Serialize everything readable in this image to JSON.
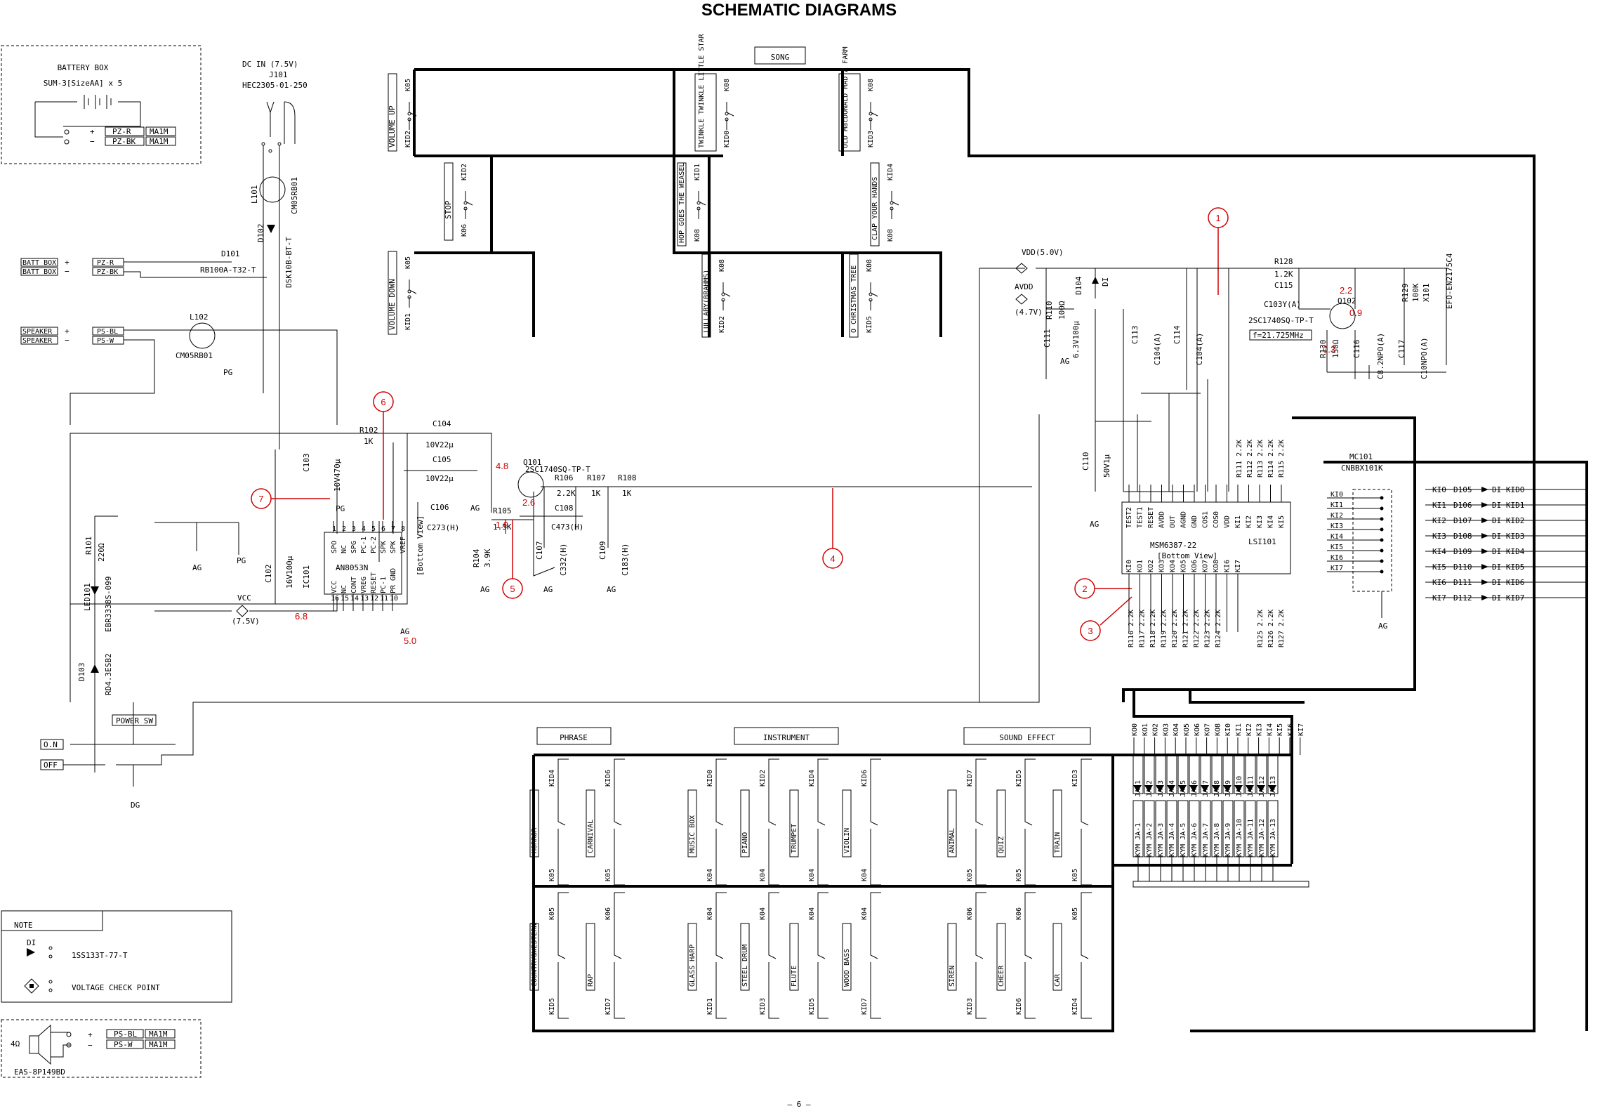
{
  "title": "SCHEMATIC DIAGRAMS",
  "page_number": "— 6 —",
  "battery_box": {
    "title": "BATTERY BOX",
    "spec": "SUM-3[SizeAA] x 5",
    "pos_sign": "+",
    "neg_sign": "−",
    "pos_wire": "PZ-R",
    "neg_wire": "PZ-BK",
    "conn": "MA1M"
  },
  "dc_in": {
    "label": "DC IN (7.5V)",
    "ref": "J101",
    "part": "HEC2305-01-250"
  },
  "inductor_l101": {
    "ref": "L101",
    "part": "CM05RB01"
  },
  "inductor_l102": {
    "ref": "L102",
    "part": "CM05RB01",
    "ground": "PG"
  },
  "diode_d101": {
    "ref": "D101",
    "part": "RB100A-T32-T"
  },
  "diode_d102": {
    "ref": "D102",
    "part": "DSK10B-BT-T"
  },
  "batt_conn": [
    {
      "label": "BATT BOX",
      "sign": "+",
      "wire": "PZ-R"
    },
    {
      "label": "BATT BOX",
      "sign": "−",
      "wire": "PZ-BK"
    }
  ],
  "speaker_conn": [
    {
      "label": "SPEAKER",
      "sign": "+",
      "wire": "PS-BL"
    },
    {
      "label": "SPEAKER",
      "sign": "−",
      "wire": "PS-W"
    }
  ],
  "song": {
    "label": "SONG",
    "switches": [
      {
        "name": "VOLUME UP",
        "top": "K05",
        "bottom": "KID2"
      },
      {
        "name": "STOP",
        "top": "KID2",
        "bottom": "K06"
      },
      {
        "name": "VOLUME DOWN",
        "top": "K05",
        "bottom": "KID1"
      },
      {
        "name": "TWINKLE TWINKLE LITTLE STAR",
        "top": "K08",
        "bottom": "KID0"
      },
      {
        "name": "HOP GOES THE WEASEL",
        "top": "KID1",
        "bottom": "K08"
      },
      {
        "name": "LULLABY(BRAHMS)",
        "top": "K08",
        "bottom": "KID2"
      },
      {
        "name": "OLD MacDONALD HAD A FARM",
        "top": "K08",
        "bottom": "KID3"
      },
      {
        "name": "CLAP YOUR HANDS",
        "top": "KID4",
        "bottom": "K08"
      },
      {
        "name": "O CHRISTMAS TREE",
        "top": "K08",
        "bottom": "KID5"
      }
    ]
  },
  "amp": {
    "ic": "IC101",
    "part": "AN8053N",
    "view": "[Bottom View]",
    "pins_top": [
      "SPO",
      "NC",
      "SPG",
      "PC-1",
      "PC-2",
      "SPK",
      "SPK",
      "VREF"
    ],
    "pins_top_num": [
      "1",
      "2",
      "3",
      "4",
      "5",
      "6",
      "7",
      "8"
    ],
    "pins_bot": [
      "VCC",
      "NC",
      "CONT",
      "VREG",
      "RESET",
      "PC-1",
      "PR GND"
    ],
    "pins_bot_num": [
      "16",
      "15",
      "14",
      "13",
      "12",
      "11",
      "10",
      "9"
    ],
    "c103": "C103",
    "c103_val": "10V470µ",
    "c102": "C102",
    "c102_val": "16V100µ",
    "vcc": "VCC",
    "vcc_v": "(7.5V)",
    "pg": "PG",
    "ag": "AG"
  },
  "passives": {
    "r102": "R102",
    "r102_v": "1K",
    "c104": "C104",
    "c104_v": "10V22µ",
    "c105": "C105",
    "c105_v": "10V22µ",
    "c106": "C106",
    "c106_v": "C273(H)",
    "r105": "R105",
    "r105_v": "1.5K",
    "r104": "R104",
    "r104_v": "3.9K",
    "q101": "Q101",
    "q101_v": "2SC1740SQ-TP-T",
    "r106": "R106",
    "r106_v": "2.2K",
    "r107": "R107",
    "r107_v": "1K",
    "r108": "R108",
    "r108_v": "1K",
    "c108": "C108",
    "c108_v": "C473(H)",
    "c107": "C107",
    "c107_v": "C332(H)",
    "c109": "C109",
    "c109_v": "C183(H)"
  },
  "voltages": {
    "v48": "4.8",
    "v19": "1.9",
    "v26": "2.6",
    "v68": "6.8",
    "v50": "5.0",
    "v22": "2.2",
    "v09": "0.9",
    "v03": "0.3"
  },
  "callouts": [
    "1",
    "2",
    "3",
    "4",
    "5",
    "6",
    "7"
  ],
  "led": {
    "r101": "R101",
    "r101_v": "220Ω",
    "led101": "LED101",
    "led101_v": "EBR3338S-099",
    "d103": "D103",
    "d103_v": "RD4.3ESB2",
    "power_sw": "POWER SW",
    "on": "O.N",
    "off": "OFF",
    "dg": "DG"
  },
  "lsi": {
    "part": "MSM6387-22",
    "ref": "LSI101",
    "view": "[Bottom View]",
    "pins_top": [
      "TEST2",
      "TEST1",
      "RESET",
      "AVDD",
      "OUT",
      "AGND",
      "GND",
      "COS1",
      "COS0",
      "VDD",
      "KI1",
      "KI2",
      "KI3",
      "KI4",
      "KI5"
    ],
    "pins_bot": [
      "KI0",
      "KO1",
      "KO2",
      "KO3",
      "KO4",
      "KO5",
      "KO6",
      "KO7",
      "KO8",
      "KI6",
      "KI7"
    ],
    "vdd": "VDD(5.0V)",
    "avdd": "AVDD",
    "avdd_v": "(4.7V)",
    "r110": "R110",
    "r110_v": "100Ω",
    "d104": "D104",
    "c111": "C111",
    "c111_v": "6.3V100µ",
    "c113": "C113",
    "c113_v": "C104(A)",
    "c114": "C114",
    "c114_v": "C104(A)",
    "c110": "C110",
    "c110_v": "50V1µ",
    "r128": "R128",
    "r128_v": "1.2K",
    "c115": "C115",
    "c115_v": "C103Y(A)",
    "q102": "Q102",
    "q102_v": "2SC1740SQ-TP-T",
    "freq": "f=21.725MHz",
    "r130": "R130",
    "r130_v": "150Ω",
    "c116": "C116",
    "c116_v": "C8.2NPO(A)",
    "c117": "C117",
    "c117_v": "C10NPO(A)",
    "r129": "R129",
    "r129_v": "100K",
    "x101": "X101",
    "x101_v": "EFO-EN2175C4",
    "r_top": [
      "R111 2.2K",
      "R112 2.2K",
      "R113 2.2K",
      "R114 2.2K",
      "R115 2.2K"
    ],
    "r_bot": [
      "R116 2.2K",
      "R117 2.2K",
      "R118 2.2K",
      "R119 2.2K",
      "R120 2.2K",
      "R121 2.2K",
      "R122 2.2K",
      "R123 2.2K",
      "R124 2.2K"
    ],
    "r_bot2": [
      "R125 2.2K",
      "R126 2.2K",
      "R127 2.2K"
    ]
  },
  "mc101": {
    "ref": "MC101",
    "part": "CNBBX101K",
    "ki": [
      "KI0",
      "KI1",
      "KI2",
      "KI3",
      "KI4",
      "KI5",
      "KI6",
      "KI7"
    ],
    "right": [
      {
        "ki": "KI0",
        "d": "D105",
        "di": "DI KID0"
      },
      {
        "ki": "KI1",
        "d": "D106",
        "di": "DI KID1"
      },
      {
        "ki": "KI2",
        "d": "D107",
        "di": "DI KID2"
      },
      {
        "ki": "KI3",
        "d": "D108",
        "di": "DI KID3"
      },
      {
        "ki": "KI4",
        "d": "D109",
        "di": "DI KID4"
      },
      {
        "ki": "KI5",
        "d": "D110",
        "di": "DI KID5"
      },
      {
        "ki": "KI6",
        "d": "D111",
        "di": "DI KID6"
      },
      {
        "ki": "KI7",
        "d": "D112",
        "di": "DI KID7"
      }
    ],
    "ag": "AG"
  },
  "bus_labels": [
    "KO0",
    "KO1",
    "KO2",
    "KO3",
    "KO4",
    "KO5",
    "KO6",
    "KO7",
    "KO8",
    "KI0",
    "KI1",
    "KI2",
    "KI3",
    "KI4",
    "KI5",
    "KI6",
    "KI7"
  ],
  "ja": [
    "JA-1",
    "JA-2",
    "JA-3",
    "JA-4",
    "JA-5",
    "JA-6",
    "JA-7",
    "JA-8",
    "JA-9",
    "JA-10",
    "JA-11",
    "JA-12",
    "JA-13"
  ],
  "kyn": [
    "KYM JA-1",
    "KYM JA-2",
    "KYM JA-3",
    "KYM JA-4",
    "KYM JA-5",
    "KYM JA-6",
    "KYM JA-7",
    "KYM JA-8",
    "KYM JA-9",
    "KYM JA-10",
    "KYM JA-11",
    "KYM JA-12",
    "KYM JA-13"
  ],
  "phrase": {
    "label": "PHRASE",
    "switches": [
      {
        "name": "HORROR",
        "top": "KID4",
        "bottom": "K05"
      },
      {
        "name": "CARNIVAL",
        "top": "KID6",
        "bottom": "K05"
      },
      {
        "name": "COUNTRY&WESTERN",
        "top": "K05",
        "bottom": "KID5"
      },
      {
        "name": "RAP",
        "top": "K06",
        "bottom": "KID7"
      }
    ]
  },
  "instrument": {
    "label": "INSTRUMENT",
    "switches": [
      {
        "name": "MUSIC BOX",
        "top": "KID0",
        "bottom": "K04"
      },
      {
        "name": "PIANO",
        "top": "KID2",
        "bottom": "K04"
      },
      {
        "name": "TRUMPET",
        "top": "KID4",
        "bottom": "K04"
      },
      {
        "name": "VIOLIN",
        "top": "KID6",
        "bottom": "K04"
      },
      {
        "name": "GLASS HARP",
        "top": "K04",
        "bottom": "KID1"
      },
      {
        "name": "STEEL DRUM",
        "top": "K04",
        "bottom": "KID3"
      },
      {
        "name": "FLUTE",
        "top": "K04",
        "bottom": "KID5"
      },
      {
        "name": "WOOD BASS",
        "top": "K04",
        "bottom": "KID7"
      }
    ]
  },
  "sound_effect": {
    "label": "SOUND EFFECT",
    "switches": [
      {
        "name": "ANIMAL",
        "top": "KID7",
        "bottom": "K05"
      },
      {
        "name": "QUIZ",
        "top": "KID5",
        "bottom": "K05"
      },
      {
        "name": "TRAIN",
        "top": "KID3",
        "bottom": "K05"
      },
      {
        "name": "SIREN",
        "top": "K06",
        "bottom": "KID3"
      },
      {
        "name": "CHEER",
        "top": "K06",
        "bottom": "KID6"
      },
      {
        "name": "CAR",
        "top": "K05",
        "bottom": "KID4"
      }
    ]
  },
  "note": {
    "title": "NOTE",
    "di": "DI",
    "diode_part": "1SS133T-77-T",
    "check": "VOLTAGE CHECK POINT"
  },
  "speaker_box": {
    "ohm": "4Ω",
    "part": "EAS-8P149BD",
    "pos_sign": "+",
    "neg_sign": "−",
    "pos_wire": "PS-BL",
    "neg_wire": "PS-W",
    "conn": "MA1M"
  }
}
